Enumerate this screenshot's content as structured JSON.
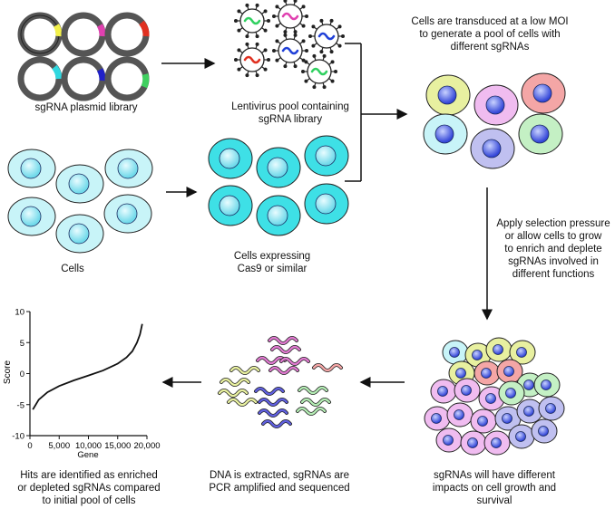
{
  "labels": {
    "plasmid_library": "sgRNA plasmid library",
    "lentivirus_pool": "Lentivirus pool containing\nsgRNA library",
    "transduced": "Cells are transduced at a low MOI\nto generate a pool of cells with\ndifferent sgRNAs",
    "cells": "Cells",
    "cas9_cells": "Cells expressing\nCas9 or similar",
    "selection": "Apply selection pressure\nor allow cells to grow\nto enrich and deplete\nsgRNAs involved in\ndifferent functions",
    "impacts": "sgRNAs will have different\nimpacts on cell growth and\nsurvival",
    "dna_extracted": "DNA is extracted, sgRNAs are\nPCR amplified and sequenced",
    "hits": "Hits are identified as enriched\nor depleted sgRNAs compared\nto initial pool of cells"
  },
  "colors": {
    "plasmid_inserts": [
      "#f2f04a",
      "#e040b0",
      "#e03020",
      "#30d8e0",
      "#2020c8",
      "#40d060"
    ],
    "light_cyan": "#c8f4f8",
    "bright_cyan": "#3ee0e6",
    "nucleus_blue": "#4a5fe0",
    "sgrna_colors": [
      "#e8f0a0",
      "#e07ad0",
      "#f4a6a6",
      "#bdf0f6",
      "#b8b8f0",
      "#b4ecb4"
    ]
  },
  "chart_data": {
    "type": "line",
    "title": "",
    "xlabel": "Gene",
    "ylabel": "Score",
    "xlim": [
      0,
      20000
    ],
    "ylim": [
      -10,
      10
    ],
    "x_ticks": [
      "0",
      "5,000",
      "10,000",
      "15,000",
      "20,000"
    ],
    "y_ticks": [
      "10",
      "5",
      "0",
      "-5",
      "-10"
    ],
    "series": [
      {
        "x": [
          500,
          1500,
          3000,
          5000,
          7500,
          10000,
          12500,
          15000,
          16500,
          17500,
          18300,
          18800,
          19200
        ],
        "y": [
          -5.8,
          -4.2,
          -3.0,
          -2.0,
          -1.1,
          -0.3,
          0.5,
          1.6,
          2.6,
          3.6,
          5.0,
          6.3,
          8.0
        ]
      }
    ]
  }
}
